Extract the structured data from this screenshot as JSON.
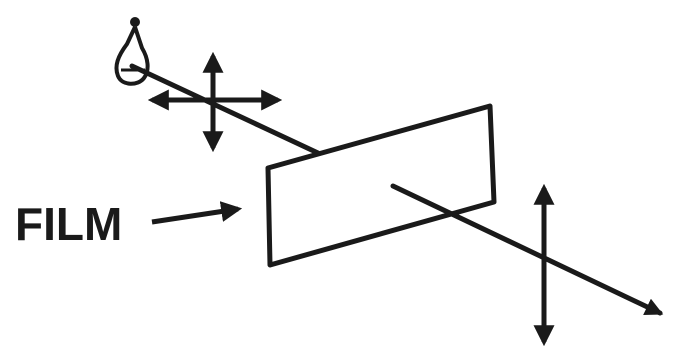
{
  "diagram": {
    "label": "FILM",
    "colors": {
      "ink": "#1a1a1a",
      "background": "#ffffff"
    },
    "parts": [
      "light-bulb-icon",
      "incident-light-ray",
      "unpolarized-cross-arrows",
      "polarizing-film-sheet",
      "transmitted-light-ray",
      "vertical-polarization-arrow",
      "film-pointer-arrow"
    ]
  }
}
